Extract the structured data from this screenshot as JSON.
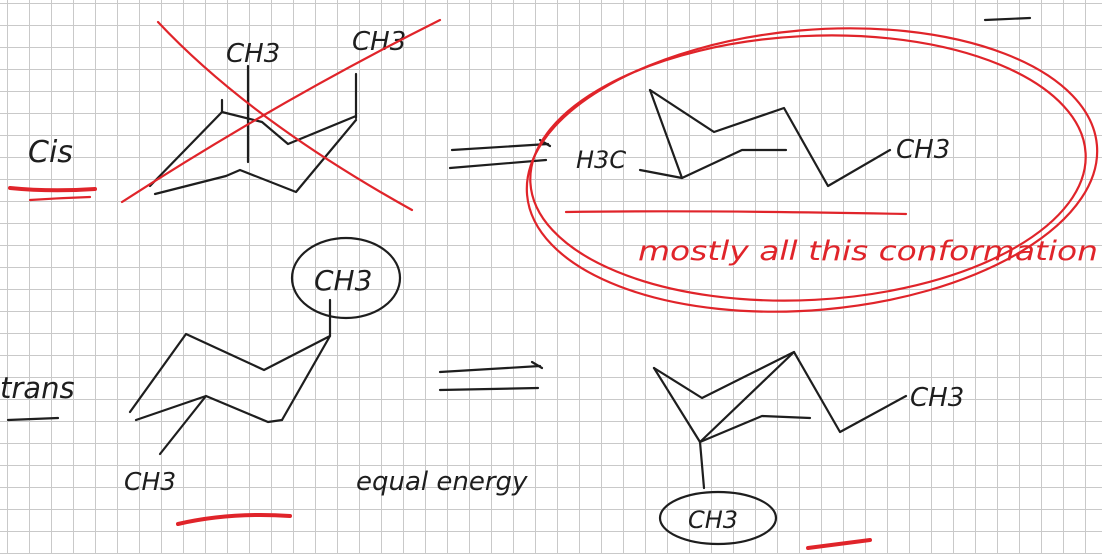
{
  "labels": {
    "cis": "Cis",
    "trans": "trans",
    "cis_left_me": "CH3",
    "cis_right_me": "CH3",
    "cis_product_left": "H3C",
    "cis_product_right": "CH3",
    "trans_axial_me": "CH3",
    "trans_equatorial_me": "CH3",
    "trans_product_right": "CH3",
    "trans_product_axial": "CH3",
    "equal_energy": "equal energy",
    "note_red": "mostly all this conformation"
  }
}
